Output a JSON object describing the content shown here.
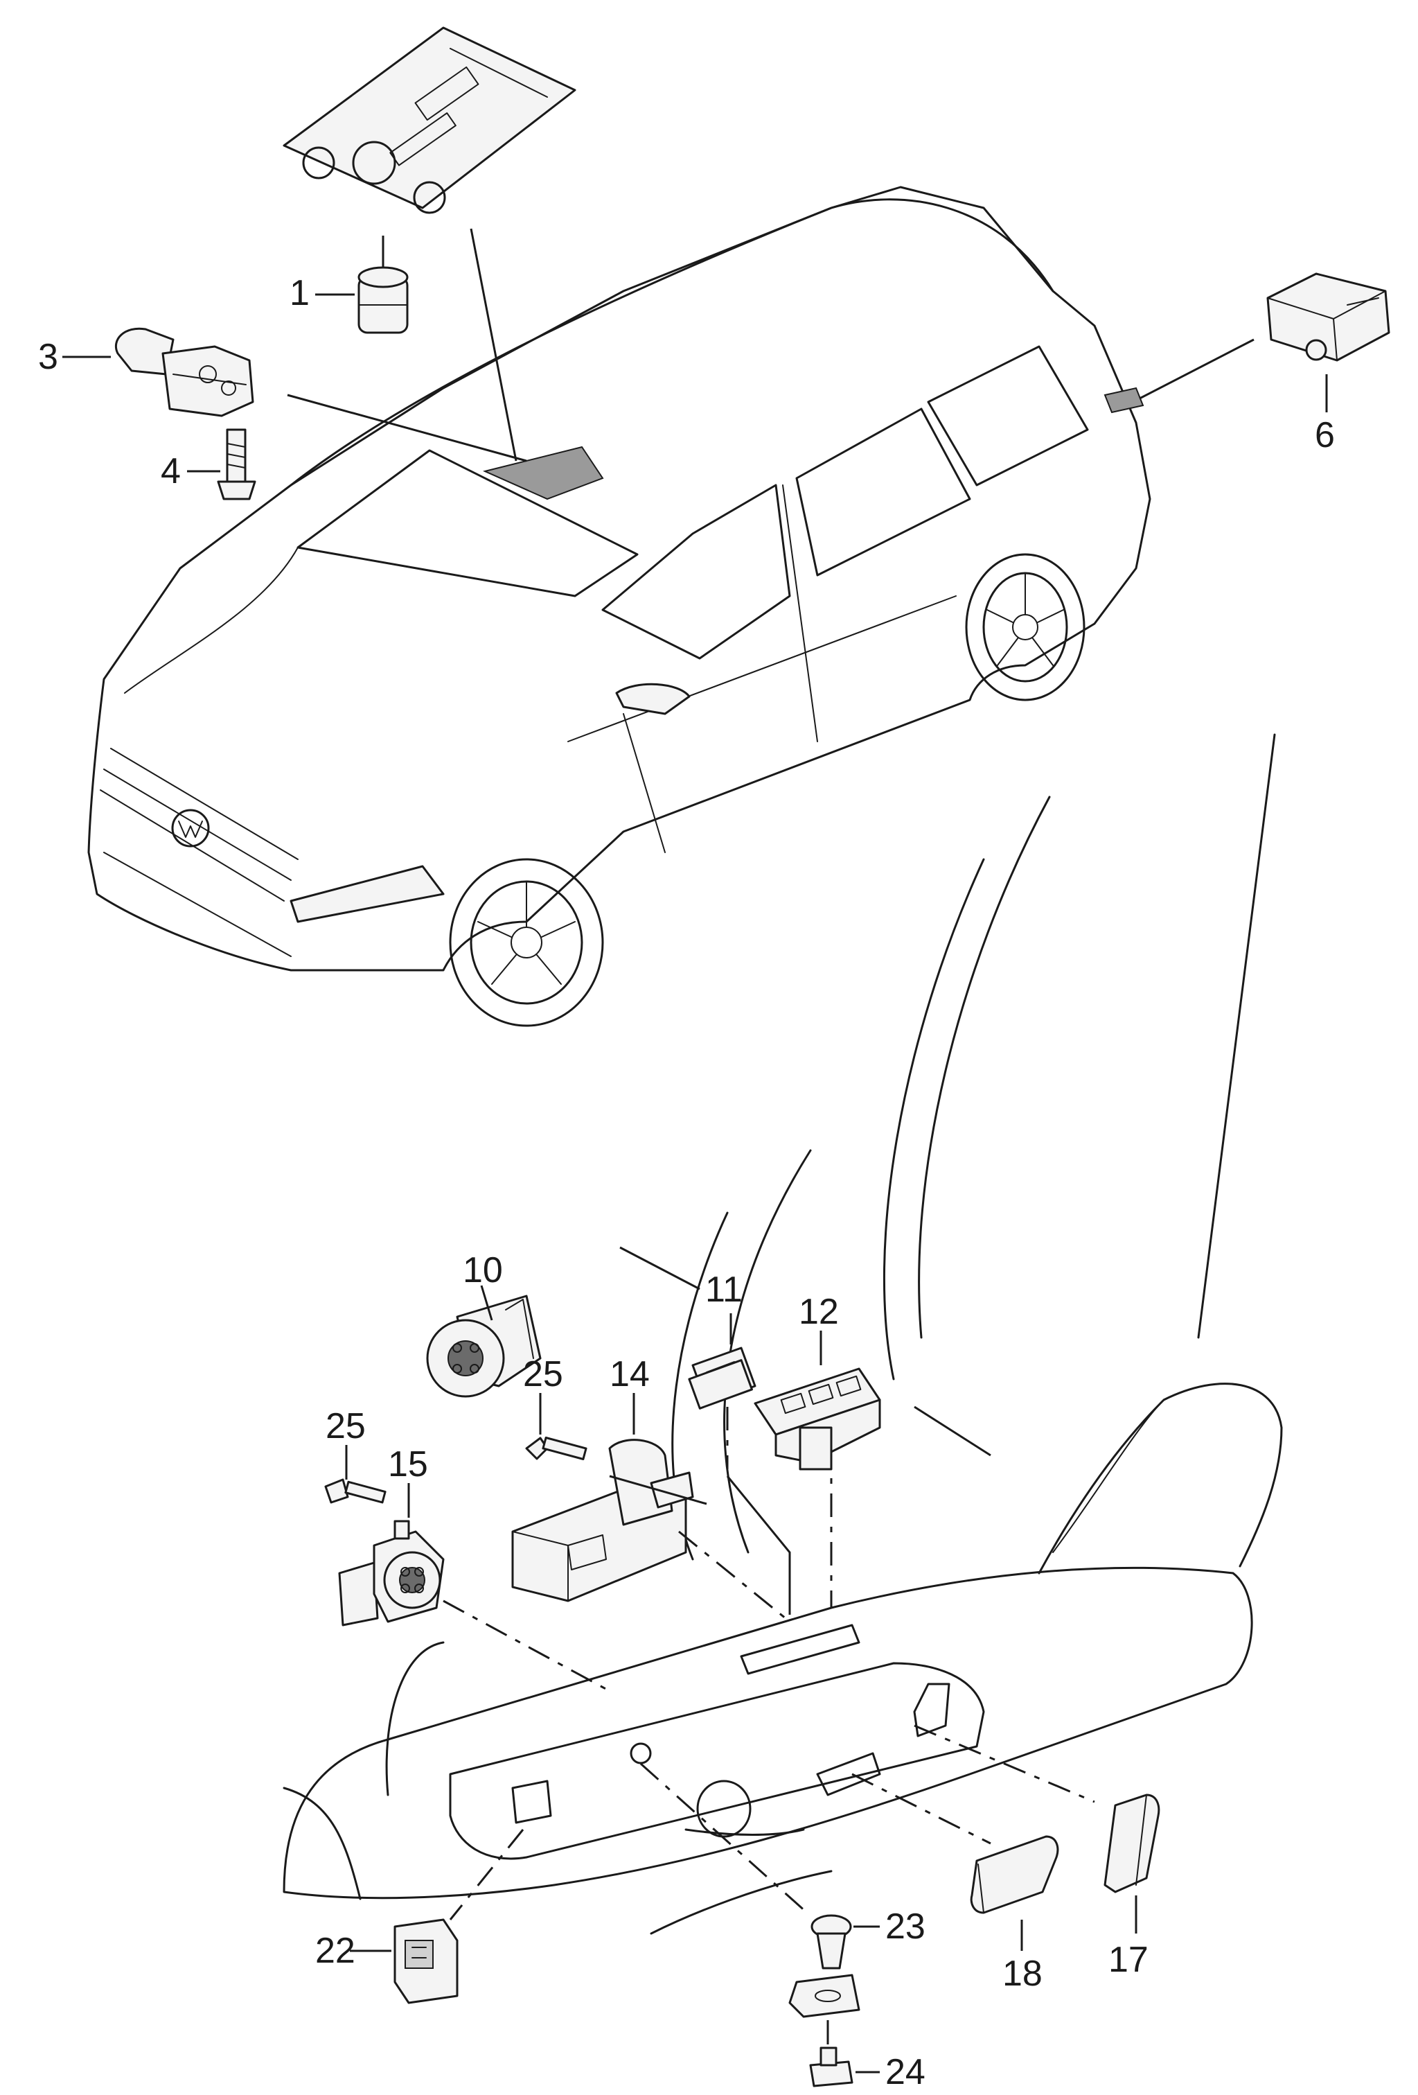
{
  "callouts": [
    {
      "id": "1",
      "label": "1"
    },
    {
      "id": "3",
      "label": "3"
    },
    {
      "id": "4",
      "label": "4"
    },
    {
      "id": "6",
      "label": "6"
    },
    {
      "id": "10",
      "label": "10"
    },
    {
      "id": "11",
      "label": "11"
    },
    {
      "id": "12",
      "label": "12"
    },
    {
      "id": "14",
      "label": "14"
    },
    {
      "id": "15",
      "label": "15"
    },
    {
      "id": "17",
      "label": "17"
    },
    {
      "id": "18",
      "label": "18"
    },
    {
      "id": "22",
      "label": "22"
    },
    {
      "id": "23",
      "label": "23"
    },
    {
      "id": "24",
      "label": "24"
    },
    {
      "id": "25a",
      "label": "25"
    },
    {
      "id": "25b",
      "label": "25"
    }
  ]
}
